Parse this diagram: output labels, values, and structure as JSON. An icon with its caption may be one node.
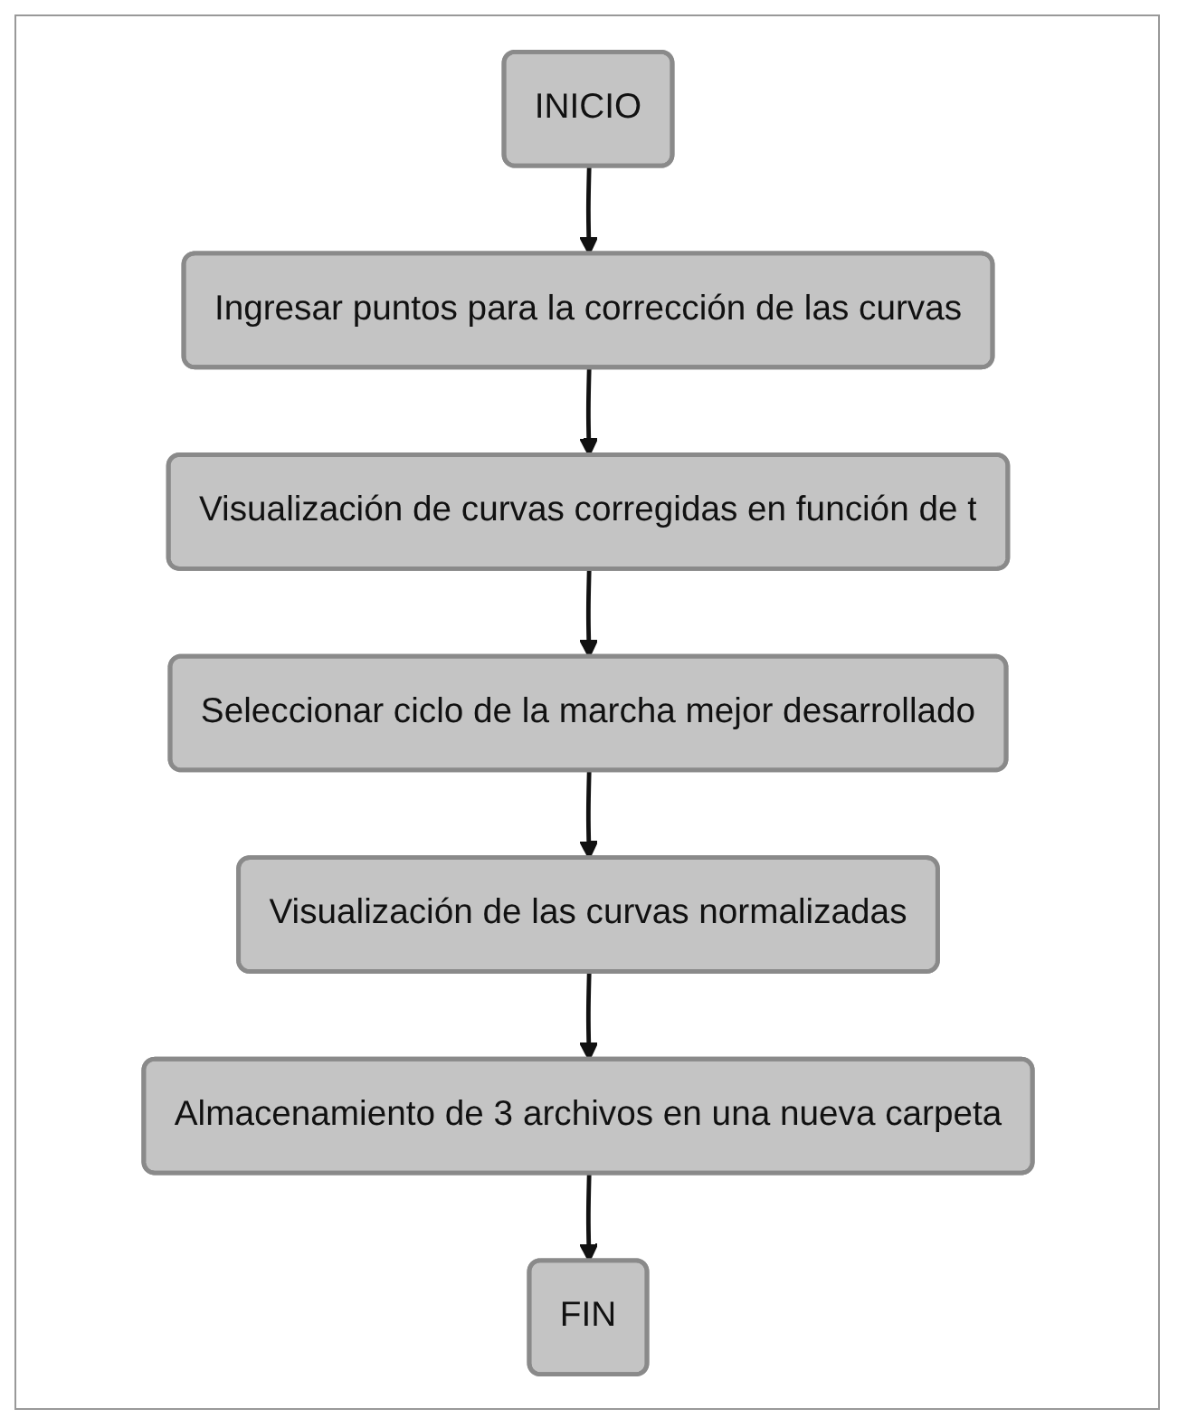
{
  "diagram": {
    "nodes": [
      {
        "text": [
          "INICIO"
        ]
      },
      {
        "text": [
          "Ingresar puntos para la corrección de las curvas"
        ]
      },
      {
        "text": [
          "Visualización de curvas corregidas en función de t"
        ]
      },
      {
        "text": [
          "Seleccionar ciclo de la marcha mejor desarrollado"
        ]
      },
      {
        "text": [
          "Visualización de las curvas normalizadas"
        ]
      },
      {
        "text": [
          "Almacenamiento de 3 archivos en una nueva carpeta"
        ]
      },
      {
        "text": [
          "FIN"
        ]
      }
    ],
    "edges": [
      {
        "from": 0,
        "to": 1,
        "arrow": "to"
      },
      {
        "from": 1,
        "to": 2,
        "arrow": "to"
      },
      {
        "from": 2,
        "to": 3,
        "arrow": "to"
      },
      {
        "from": 3,
        "to": 4,
        "arrow": "to"
      },
      {
        "from": 4,
        "to": 5,
        "arrow": "to"
      },
      {
        "from": 5,
        "to": 6,
        "arrow": "to"
      }
    ]
  }
}
